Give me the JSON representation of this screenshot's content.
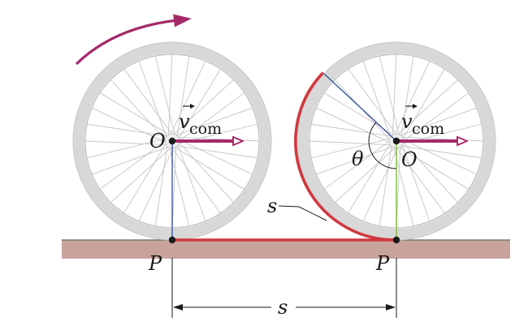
{
  "labels": {
    "center_left": "O",
    "center_right": "O",
    "contact_left": "P",
    "contact_right": "P",
    "arc_length": "s",
    "ground_distance": "s",
    "angle": "θ",
    "velocity_symbol": "v",
    "velocity_subscript": "com"
  },
  "colors": {
    "rotation_arrow": "#a52a6a",
    "velocity_arrow": "#a52a6a",
    "arc_path": "#d0393f",
    "ground": "#c7a39b",
    "tire": "#d8d8d8",
    "spoke": "#c4c4c4",
    "radius_blue": "#3a56a6",
    "radius_green": "#8bc34a"
  },
  "icons": {
    "rotation": "clockwise-arrow-icon",
    "velocity": "velocity-arrow-icon"
  }
}
